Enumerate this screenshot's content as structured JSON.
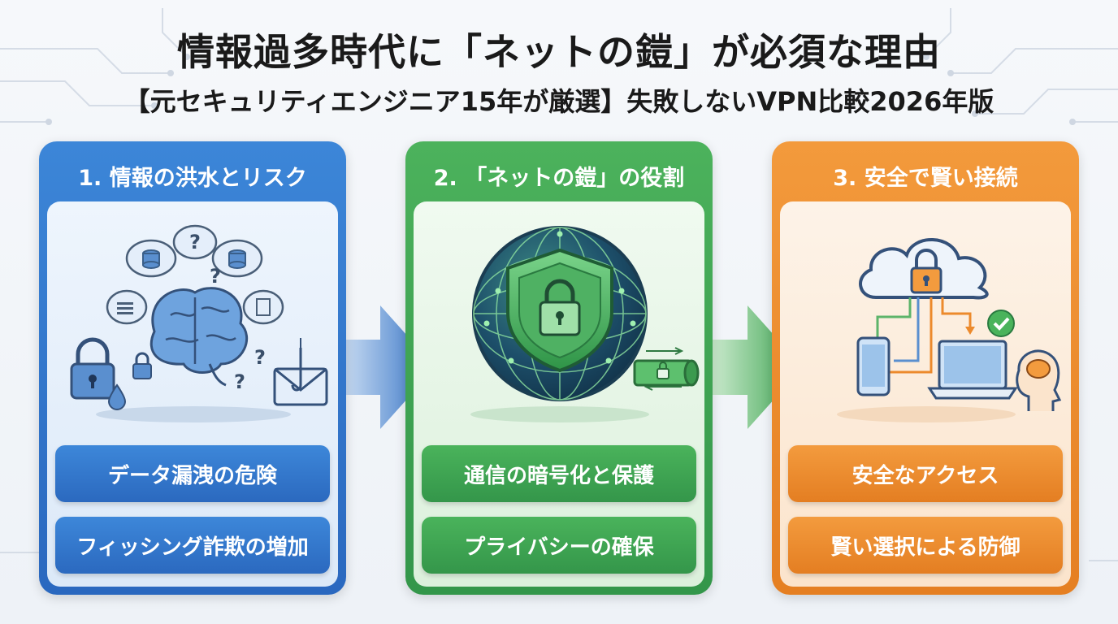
{
  "title": "情報過多時代に「ネットの鎧」が必須な理由",
  "subtitle": "【元セキュリティエンジニア15年が厳選】失敗しないVPN比較2026年版",
  "colors": {
    "blue": "#2f74cc",
    "green": "#3ea352",
    "orange": "#ec8a2c"
  },
  "panels": [
    {
      "heading": "1. 情報の洪水とリスク",
      "icons": [
        "brain-icon",
        "database-icon",
        "question-icon",
        "lock-icon",
        "phishing-mail-icon"
      ],
      "items": [
        "データ漏洩の危険",
        "フィッシング詐欺の増加"
      ]
    },
    {
      "heading": "2. 「ネットの鎧」の役割",
      "icons": [
        "globe-icon",
        "shield-lock-icon",
        "encrypted-tunnel-icon"
      ],
      "items": [
        "通信の暗号化と保護",
        "プライバシーの確保"
      ]
    },
    {
      "heading": "3. 安全で賢い接続",
      "icons": [
        "cloud-lock-icon",
        "smartphone-icon",
        "laptop-icon",
        "check-icon",
        "head-brain-icon"
      ],
      "items": [
        "安全なアクセス",
        "賢い選択による防御"
      ]
    }
  ]
}
